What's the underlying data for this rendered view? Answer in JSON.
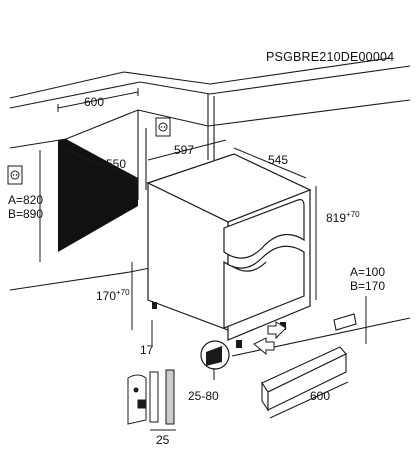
{
  "doc_code": "PSGBRE210DE00004",
  "labels": {
    "niche_width": "600",
    "min_depth": "min. 550",
    "appliance_width": "597",
    "appliance_depth": "545",
    "height_a": "A=820",
    "height_b": "B=890",
    "appliance_height": "819",
    "appliance_height_tol": "+70",
    "foot_height": "170",
    "foot_height_tol": "+70",
    "offset_17": "17",
    "plinth_gap": "25-80",
    "plinth_a": "A=100",
    "plinth_b": "B=170",
    "plinth_width": "600",
    "detail_25": "25"
  },
  "icons": [
    "socket-icon-left",
    "socket-icon-right"
  ],
  "colors": {
    "line": "#1a1a1a",
    "wall_fill": "#111111",
    "background": "#ffffff"
  }
}
